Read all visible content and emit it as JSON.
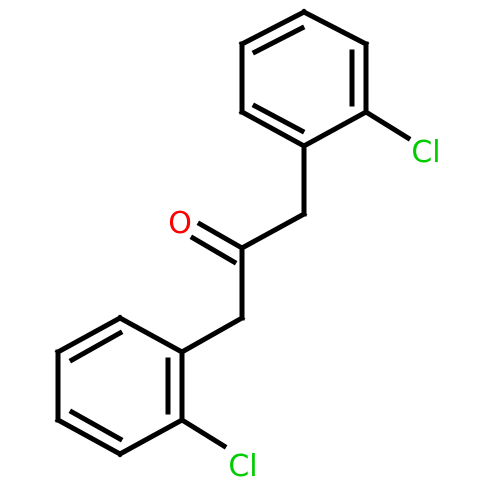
{
  "molecule": {
    "atoms": {
      "oxygen": "O",
      "chlorine_top": "Cl",
      "chlorine_bottom": "Cl"
    },
    "colors": {
      "bond": "#000000",
      "oxygen": "#ff0000",
      "chlorine": "#00cc00"
    }
  }
}
